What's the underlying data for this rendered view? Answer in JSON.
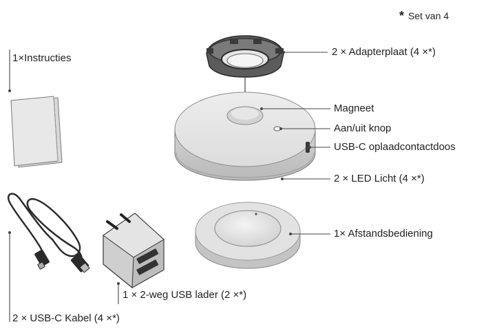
{
  "note": {
    "marker": "*",
    "text": "Set van 4"
  },
  "labels": {
    "instructions": "1×Instructies",
    "adapter_plate": "2 × Adapterplaat (4 ×*)",
    "magnet": "Magneet",
    "power_button": "Aan/uit knop",
    "usb_c_socket": "USB-C oplaadcontactdoos",
    "led_light": "2 × LED Licht (4 ×*)",
    "remote": "1× Afstandsbediening",
    "usb_charger": "1 × 2-weg USB lader (2 ×*)",
    "usb_cable": "2 × USB-C Kabel (4 ×*)"
  },
  "colors": {
    "ink": "#222222",
    "line": "#444444",
    "body": "#e9e9e9",
    "shade": "#cfcfcf",
    "dark": "#1e1e1e"
  }
}
